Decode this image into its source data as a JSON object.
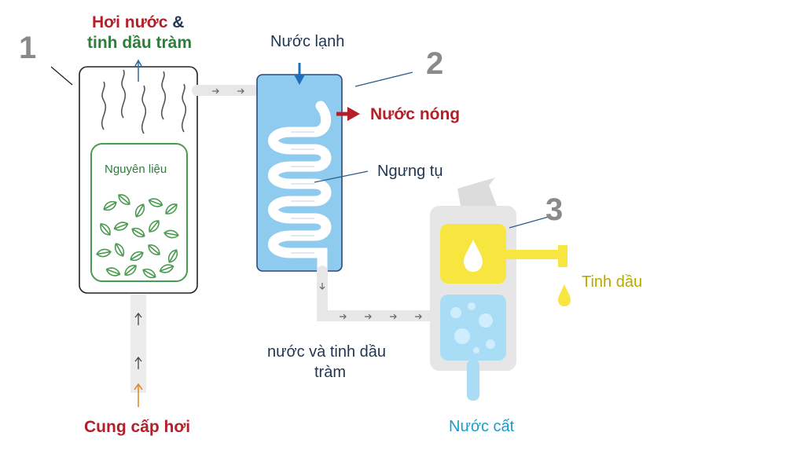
{
  "labels": {
    "step1": "1",
    "step2": "2",
    "step3": "3",
    "steam_oil_line1_a": "Hơi nước",
    "steam_oil_line1_b": " &",
    "steam_oil_line2": "tinh dầu tràm",
    "cold_water": "Nước lạnh",
    "hot_water": "Nước nóng",
    "raw_material": "Nguyên liệu",
    "condense": "Ngưng tụ",
    "essential_oil": "Tinh dầu",
    "water_oil_line1": "nước và tinh dầu",
    "water_oil_line2": "tràm",
    "steam_supply": "Cung cấp hơi",
    "distilled_water": "Nước cất"
  },
  "colors": {
    "red": "#b3202a",
    "green": "#2e7d3a",
    "navy": "#1f3553",
    "cyan": "#1b9bd1",
    "condenser_blue": "#8fcbee",
    "oil_yellow": "#f7e640",
    "water_blue": "#a9dcf5",
    "pipe_gray": "#e7e7e7"
  }
}
